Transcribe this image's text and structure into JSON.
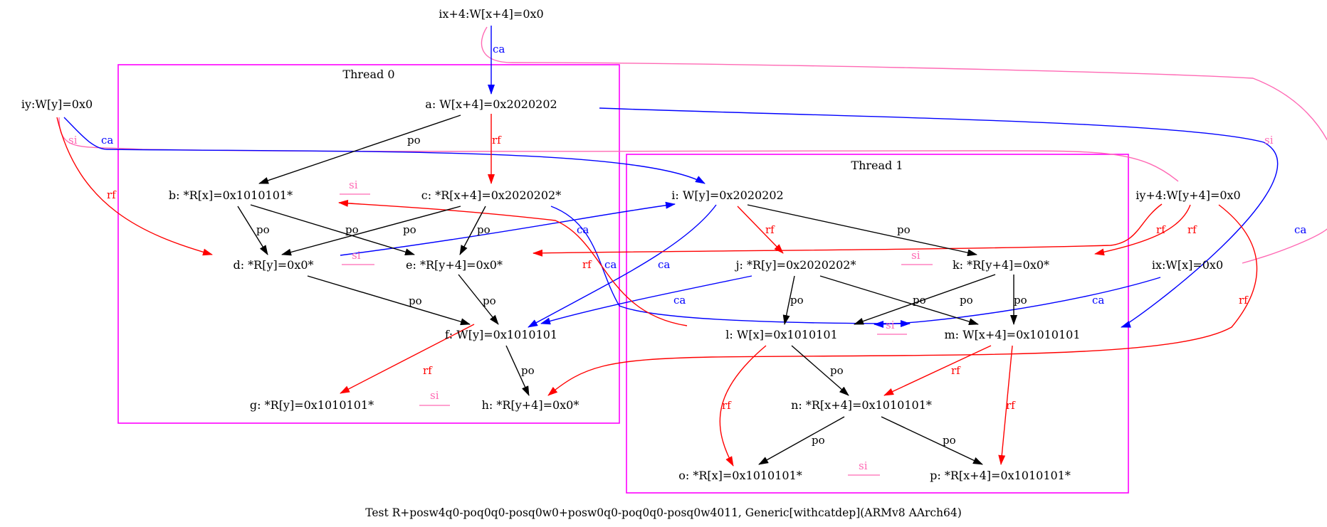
{
  "caption": "Test R+posw4q0-poq0q0-posq0w0+posw0q0-poq0q0-posq0w4011, Generic[withcatdep](ARMv8 AArch64)",
  "clusters": [
    {
      "id": "thread0",
      "label": "Thread 0"
    },
    {
      "id": "thread1",
      "label": "Thread 1"
    }
  ],
  "nodes": [
    {
      "id": "ix4",
      "label": "ix+4:W[x+4]=0x0"
    },
    {
      "id": "iy",
      "label": "iy:W[y]=0x0"
    },
    {
      "id": "a",
      "label": "a: W[x+4]=0x2020202"
    },
    {
      "id": "b",
      "label": "b: *R[x]=0x1010101*"
    },
    {
      "id": "c",
      "label": "c: *R[x+4]=0x2020202*"
    },
    {
      "id": "d",
      "label": "d: *R[y]=0x0*"
    },
    {
      "id": "e",
      "label": "e: *R[y+4]=0x0*"
    },
    {
      "id": "f",
      "label": "f: W[y]=0x1010101"
    },
    {
      "id": "g",
      "label": "g: *R[y]=0x1010101*"
    },
    {
      "id": "h",
      "label": "h: *R[y+4]=0x0*"
    },
    {
      "id": "i",
      "label": "i: W[y]=0x2020202"
    },
    {
      "id": "j",
      "label": "j: *R[y]=0x2020202*"
    },
    {
      "id": "k",
      "label": "k: *R[y+4]=0x0*"
    },
    {
      "id": "l",
      "label": "l: W[x]=0x1010101"
    },
    {
      "id": "m",
      "label": "m: W[x+4]=0x1010101"
    },
    {
      "id": "n",
      "label": "n: *R[x+4]=0x1010101*"
    },
    {
      "id": "o",
      "label": "o: *R[x]=0x1010101*"
    },
    {
      "id": "p",
      "label": "p: *R[x+4]=0x1010101*"
    },
    {
      "id": "iy4",
      "label": "iy+4:W[y+4]=0x0"
    },
    {
      "id": "ix",
      "label": "ix:W[x]=0x0"
    }
  ],
  "edge_labels": [
    {
      "id": "ix4-a-ca",
      "text": "ca"
    },
    {
      "id": "a-b-po",
      "text": "po"
    },
    {
      "id": "a-c-rf",
      "text": "rf"
    },
    {
      "id": "iy-si",
      "text": "si"
    },
    {
      "id": "iy-ca",
      "text": "ca"
    },
    {
      "id": "iy-d-rf",
      "text": "rf"
    },
    {
      "id": "b-d-po",
      "text": "po"
    },
    {
      "id": "b-e-po",
      "text": "po"
    },
    {
      "id": "c-d-po",
      "text": "po"
    },
    {
      "id": "c-e-po",
      "text": "po"
    },
    {
      "id": "bc-si",
      "text": "si"
    },
    {
      "id": "de-si",
      "text": "si"
    },
    {
      "id": "d-f-po",
      "text": "po"
    },
    {
      "id": "e-f-po",
      "text": "po"
    },
    {
      "id": "f-g-rf",
      "text": "rf"
    },
    {
      "id": "f-h-po",
      "text": "po"
    },
    {
      "id": "gh-si",
      "text": "si"
    },
    {
      "id": "d-i-ca",
      "text": "ca"
    },
    {
      "id": "l-b-rf",
      "text": "rf"
    },
    {
      "id": "c-l-ca",
      "text": "ca"
    },
    {
      "id": "i-f-ca",
      "text": "ca"
    },
    {
      "id": "i-j-rf",
      "text": "rf"
    },
    {
      "id": "i-k-po",
      "text": "po"
    },
    {
      "id": "j-f-ca",
      "text": "ca"
    },
    {
      "id": "jk-si",
      "text": "si"
    },
    {
      "id": "j-l-po",
      "text": "po"
    },
    {
      "id": "j-m-po",
      "text": "po"
    },
    {
      "id": "k-l-po",
      "text": "po"
    },
    {
      "id": "k-m-po",
      "text": "po"
    },
    {
      "id": "iy4-e-rf",
      "text": "rf"
    },
    {
      "id": "iy4-k-rf",
      "text": "rf"
    },
    {
      "id": "iy4-h-rf",
      "text": "rf"
    },
    {
      "id": "ix4-si",
      "text": "si"
    },
    {
      "id": "a-m-ca",
      "text": "ca"
    },
    {
      "id": "ix-l-ca",
      "text": "ca"
    },
    {
      "id": "lm-si",
      "text": "si"
    },
    {
      "id": "l-n-po",
      "text": "po"
    },
    {
      "id": "l-o-rf",
      "text": "rf"
    },
    {
      "id": "m-n-rf",
      "text": "rf"
    },
    {
      "id": "m-p-rf",
      "text": "rf"
    },
    {
      "id": "n-o-po",
      "text": "po"
    },
    {
      "id": "n-p-po",
      "text": "po"
    },
    {
      "id": "op-si",
      "text": "si"
    }
  ],
  "colors": {
    "po": "#000000",
    "rf": "#ff0000",
    "ca": "#0000ff",
    "si": "#ff69b4",
    "cluster": "#ff00ff"
  }
}
